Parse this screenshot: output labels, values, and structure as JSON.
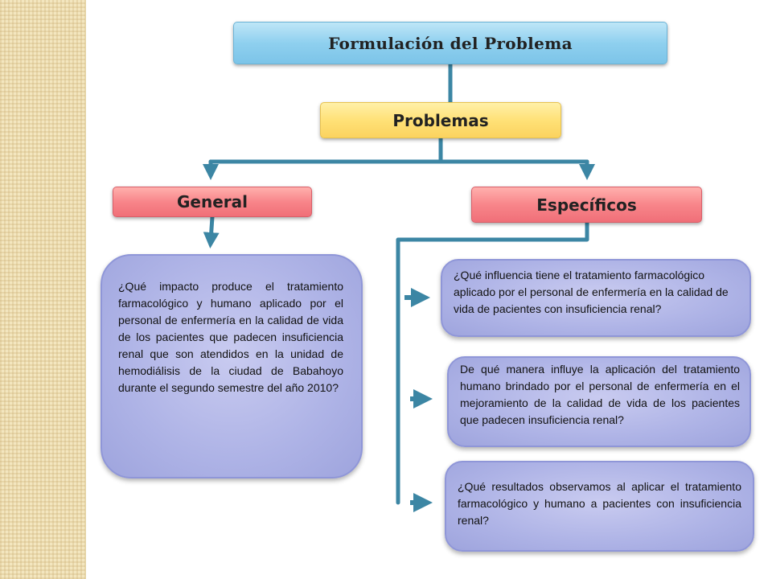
{
  "title": "Formulación del Problema",
  "problemas": "Problemas",
  "general": {
    "label": "General",
    "question": "¿Qué impacto produce el tratamiento farmacológico y humano aplicado por el personal de enfermería en la calidad de vida de los pacientes que padecen insuficiencia renal que son atendidos en la unidad de hemodiálisis de la ciudad de Babahoyo durante el segundo semestre del año 2010?"
  },
  "especificos": {
    "label": "Específicos",
    "questions": [
      "¿Qué influencia tiene el tratamiento farmacológico  aplicado por el personal de enfermería en la calidad de vida de pacientes con insuficiencia renal?",
      "De qué manera influye la aplicación del tratamiento humano brindado por el personal de enfermería en el mejoramiento de la calidad de vida de los pacientes que padecen insuficiencia renal?",
      "¿Qué resultados observamos al aplicar el tratamiento farmacológico y humano a pacientes con insuficiencia renal?"
    ]
  },
  "colors": {
    "connector": "#3c86a4",
    "title_fill": "#8fd0ef",
    "problemas_fill": "#ffe177",
    "category_fill": "#f8858a",
    "question_fill": "#aeb3e6"
  }
}
